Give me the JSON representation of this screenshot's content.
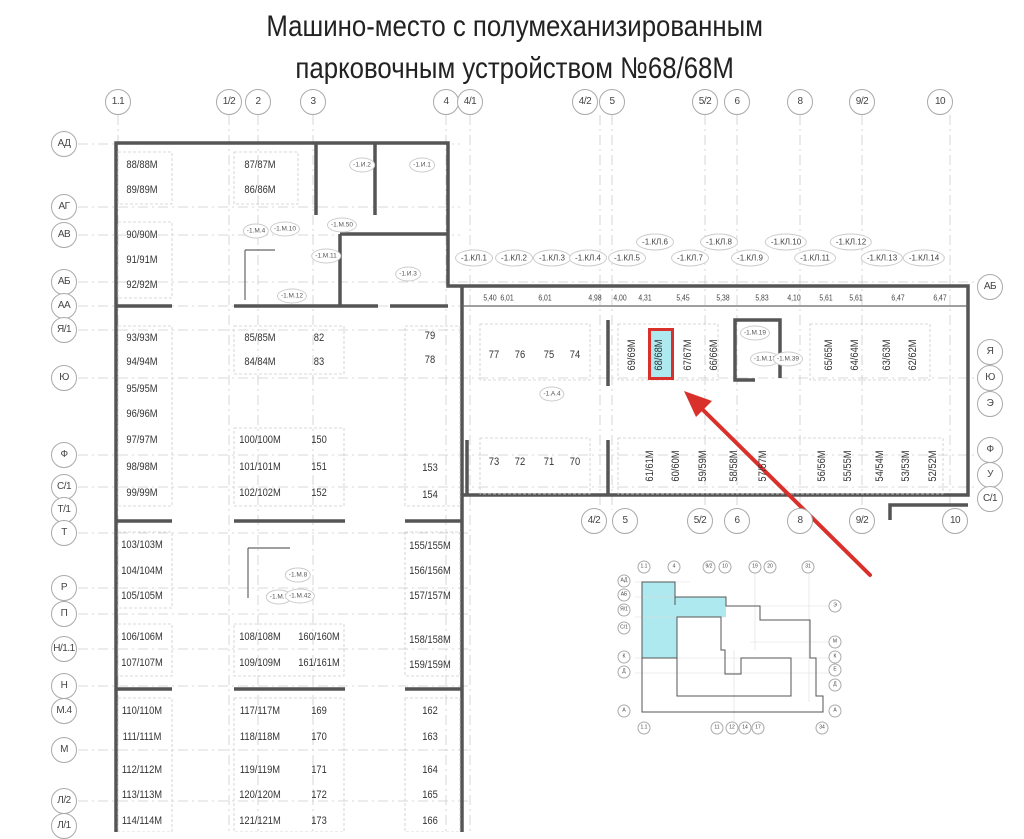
{
  "title": {
    "line1": "Машино-место с полумеханизированным",
    "line2": "парковочным устройством №68/68М"
  },
  "colors": {
    "highlight_fill": "#aee9ef",
    "highlight_border": "#d9302b",
    "arrow": "#d9302b",
    "walls": "#555555",
    "key_plan_fill": "#aee9ef"
  },
  "highlighted_space": "68/68М",
  "axes_top": [
    "1.1",
    "1/2",
    "2",
    "3",
    "4",
    "4/1",
    "4/2",
    "5",
    "5/2",
    "6",
    "8",
    "9/2",
    "10"
  ],
  "axes_bottom": [
    "4/2",
    "5",
    "5/2",
    "6",
    "8",
    "9/2",
    "10"
  ],
  "axes_left": [
    "АД",
    "АГ",
    "АВ",
    "АБ",
    "АА",
    "Я/1",
    "Ю",
    "Ф",
    "С/1",
    "Т/1",
    "Т",
    "Р",
    "П",
    "Н/1.1",
    "Н",
    "М.4",
    "М",
    "Л/2",
    "Л/1"
  ],
  "axes_right": [
    "АБ",
    "Я",
    "Ю",
    "Э",
    "Ф",
    "У",
    "С/1"
  ],
  "spaces_left": [
    "88/88М",
    "89/89М",
    "90/90М",
    "91/91М",
    "92/92М",
    "93/93М",
    "94/94М",
    "95/95М",
    "96/96М",
    "97/97М",
    "98/98М",
    "99/99М",
    "103/103М",
    "104/104М",
    "105/105М",
    "106/106М",
    "107/107М",
    "110/110М",
    "111/111М",
    "112/112М",
    "113/113М",
    "114/114М"
  ],
  "spaces_col2": [
    "87/87М",
    "86/86М",
    "85/85М",
    "84/84М",
    "100/100М",
    "101/101М",
    "102/102М",
    "108/108М",
    "109/109М",
    "117/117М",
    "118/118М",
    "119/119М",
    "120/120М",
    "121/121М"
  ],
  "spaces_col3": [
    "82",
    "83",
    "150",
    "151",
    "152",
    "160/160М",
    "161/161М",
    "169",
    "170",
    "171",
    "172",
    "173"
  ],
  "spaces_col4": [
    "79",
    "78",
    "153",
    "154",
    "155/155М",
    "156/156М",
    "157/157М",
    "158/158М",
    "159/159М",
    "162",
    "163",
    "164",
    "165",
    "166"
  ],
  "spaces_wing_top": [
    "77",
    "76",
    "75",
    "74"
  ],
  "spaces_wing_top_vertical": [
    "69/69М",
    "68/68М",
    "67/67М",
    "66/66М",
    "65/65М",
    "64/64М",
    "63/63М",
    "62/62М"
  ],
  "spaces_wing_bottom": [
    "73",
    "72",
    "71",
    "70"
  ],
  "spaces_wing_bottom_vertical": [
    "61/61М",
    "60/60М",
    "59/59М",
    "58/58М",
    "57/57М",
    "56/56М",
    "55/55М",
    "54/54М",
    "53/53М",
    "52/52М"
  ],
  "storage_dimensions": [
    "5,40",
    "6,01",
    "6,01",
    "4,98",
    "4,00",
    "4,31",
    "5,45",
    "5,38",
    "5,83",
    "4,10",
    "5,61",
    "5,61",
    "6,47",
    "6,47"
  ],
  "storage_tags": [
    "-1.КЛ.1",
    "-1.КЛ.2",
    "-1.КЛ.3",
    "-1.КЛ.4",
    "-1.КЛ.5",
    "-1.КЛ.6",
    "-1.КЛ.7",
    "-1.КЛ.8",
    "-1.КЛ.9",
    "-1.КЛ.10",
    "-1.КЛ.11",
    "-1.КЛ.12",
    "-1.КЛ.13",
    "-1.КЛ.14"
  ],
  "room_tags": [
    "-1.И.2",
    "-1.И.1",
    "-1.М.4",
    "-1.М.10",
    "-1.М.50",
    "-1.М.11",
    "-1.И.3",
    "-1.М.12",
    "-1.А.4",
    "-1.М.19",
    "-1.М.13",
    "-1.М.39",
    "-1.М.8",
    "-1.М.7",
    "-1.М.42"
  ],
  "key_plan": {
    "axes_top": [
      "1.1",
      "4",
      "9/2",
      "10",
      "19",
      "20",
      "31"
    ],
    "axes_left": [
      "АД",
      "АБ",
      "Я/1",
      "С/1",
      "К",
      "Д",
      "А"
    ],
    "axes_right": [
      "Э",
      "М",
      "К",
      "Е",
      "Д",
      "А"
    ],
    "axes_bottom": [
      "1.1",
      "11",
      "12",
      "14",
      "17",
      "34"
    ]
  }
}
